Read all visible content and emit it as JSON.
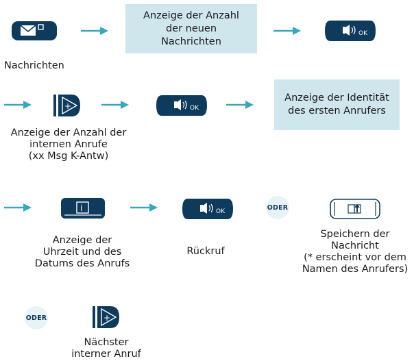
{
  "row1": {
    "nachrichten_label": "Nachrichten",
    "info_box": "Anzeige der Anzahl\nder neuen\nNachrichten"
  },
  "row2": {
    "anzahl_label": "Anzeige der Anzahl der\ninternen Anrufe\n(xx Msg K-Antw)",
    "info_box": "Anzeige der Identität\ndes ersten Anrufers"
  },
  "row3": {
    "uhrzeit_label": "Anzeige der\nUhrzeit und des\nDatums des Anrufs",
    "rueckruf_label": "Rückruf",
    "oder": "ODER",
    "speichern_label": "Speichern der\nNachricht\n(* erscheint vor dem\nNamen des Anrufers)"
  },
  "row4": {
    "oder": "ODER",
    "naechster_label": "Nächster\ninterner Anruf"
  },
  "keys": {
    "ok_text": "OK",
    "next_text": "+",
    "info_text": "i"
  },
  "colors": {
    "key": "#0e3a5c",
    "arrow": "#3aa6b9",
    "box": "#cfe6ec"
  }
}
